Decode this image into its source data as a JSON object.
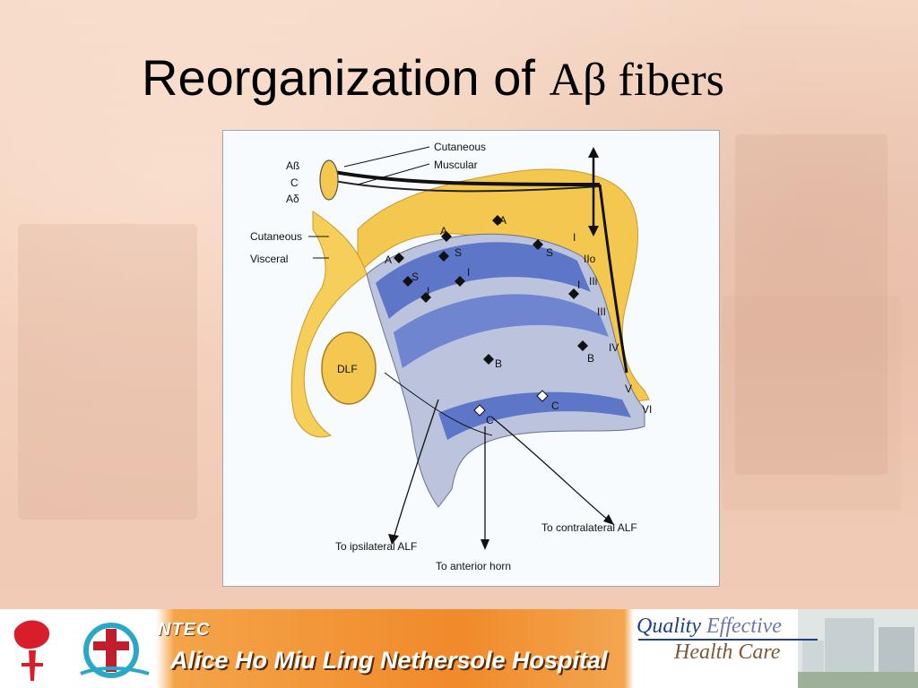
{
  "slide": {
    "title_prefix": "Reorganization of ",
    "title_suffix": "Aβ fibers"
  },
  "figure": {
    "labels": {
      "ab": "Aß",
      "c": "C",
      "ad": "Aδ",
      "cutaneous_top": "Cutaneous",
      "muscular": "Muscular",
      "cutaneous_left": "Cutaneous",
      "visceral": "Visceral",
      "dlf": "DLF",
      "lamina_i": "I",
      "lamina_iio": "IIo",
      "lamina_iii": "IIi",
      "lamina_iii2": "III",
      "lamina_iv": "IV",
      "lamina_v": "V",
      "lamina_vi": "VI",
      "to_contralateral": "To contralateral ALF",
      "to_ipsilateral": "To ipsilateral ALF",
      "to_anterior": "To anterior horn",
      "cell_a1": "A",
      "cell_a2": "A",
      "cell_a3": "A",
      "cell_s1": "S",
      "cell_s2": "S",
      "cell_s3": "S",
      "cell_i1": "I",
      "cell_i2": "I",
      "cell_i3": "I",
      "cell_b1": "B",
      "cell_b2": "B",
      "cell_c1": "C",
      "cell_c2": "C"
    },
    "colors": {
      "yellow": "#f4c44a",
      "blue": "#5a74c8",
      "gray": "#b7bfd6"
    }
  },
  "footer": {
    "ntec": "NTEC",
    "hospital": "Alice Ho Miu Ling Nethersole Hospital",
    "quality": "Quality",
    "effective": "Effective",
    "health_care": "Health Care"
  }
}
